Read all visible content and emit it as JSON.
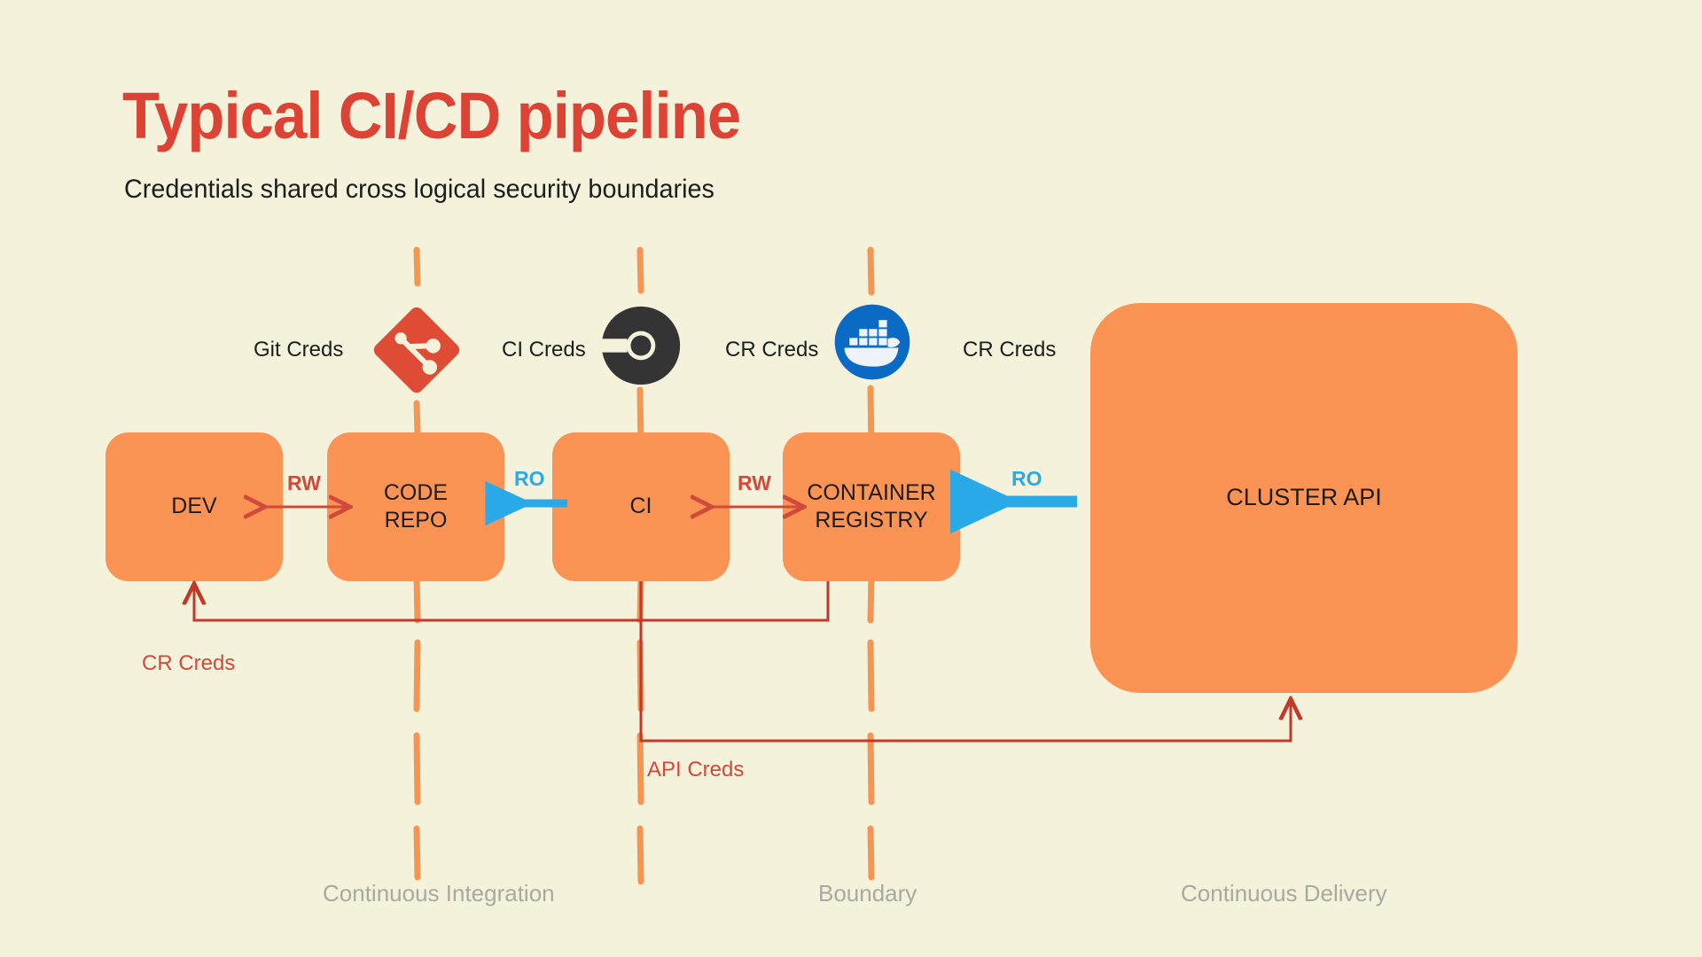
{
  "header": {
    "title": "Typical CI/CD pipeline",
    "subtitle": "Credentials shared cross logical security boundaries"
  },
  "colors": {
    "background": "#f5f2dc",
    "title_red": "#dc4334",
    "node_orange": "#fb9355",
    "boundary_orange": "#f78f4a",
    "arrow_rw_red": "#d1493b",
    "arrow_ro_blue": "#2aa9e8",
    "boundary_label_gray": "#a9a9a0",
    "git_red": "#de4c36",
    "circleci_dark": "#343434",
    "docker_blue": "#0b6bc4",
    "text_dark": "#1d1d1b"
  },
  "credential_labels": [
    {
      "text": "Git Creds",
      "icon": "git-icon"
    },
    {
      "text": "CI Creds",
      "icon": "circleci-icon"
    },
    {
      "text": "CR Creds",
      "icon": "docker-icon"
    },
    {
      "text": "CR Creds",
      "icon": "none"
    }
  ],
  "nodes": [
    {
      "id": "dev",
      "label": "DEV"
    },
    {
      "id": "code-repo",
      "label": "CODE\nREPO"
    },
    {
      "id": "ci",
      "label": "CI"
    },
    {
      "id": "container-registry",
      "label": "CONTAINER\nREGISTRY"
    },
    {
      "id": "cluster-api",
      "label": "CLUSTER API"
    }
  ],
  "arrows": [
    {
      "id": "dev-coderepo",
      "label": "RW",
      "kind": "bidirectional",
      "color": "red"
    },
    {
      "id": "ci-coderepo",
      "label": "RO",
      "kind": "left",
      "color": "blue"
    },
    {
      "id": "ci-registry",
      "label": "RW",
      "kind": "bidirectional",
      "color": "red"
    },
    {
      "id": "clusterapi-registry",
      "label": "RO",
      "kind": "left",
      "color": "blue"
    }
  ],
  "feedback_flows": [
    {
      "id": "cr-creds-flow",
      "label": "CR Creds",
      "from": "container-registry",
      "to": "dev"
    },
    {
      "id": "api-creds-flow",
      "label": "API Creds",
      "from": "ci",
      "to": "cluster-api"
    }
  ],
  "boundaries": [
    {
      "id": "continuous-integration",
      "label": "Continuous Integration"
    },
    {
      "id": "boundary",
      "label": "Boundary"
    },
    {
      "id": "continuous-delivery",
      "label": "Continuous Delivery"
    }
  ]
}
